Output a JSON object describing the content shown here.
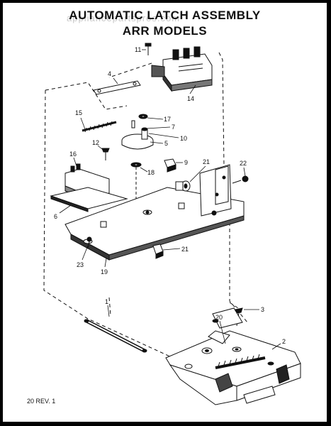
{
  "header": {
    "title_line1": "AUTOMATIC LATCH ASSEMBLY",
    "title_line2": "ARR MODELS",
    "watermark": "appliancepartspros.com"
  },
  "footer": {
    "revision": "20 REV. 1"
  },
  "callouts": [
    {
      "id": "c-11",
      "label": "11"
    },
    {
      "id": "c-4",
      "label": "4"
    },
    {
      "id": "c-14",
      "label": "14"
    },
    {
      "id": "c-15",
      "label": "15"
    },
    {
      "id": "c-17",
      "label": "17"
    },
    {
      "id": "c-7",
      "label": "7"
    },
    {
      "id": "c-10",
      "label": "10"
    },
    {
      "id": "c-5",
      "label": "5"
    },
    {
      "id": "c-12",
      "label": "12"
    },
    {
      "id": "c-16",
      "label": "16"
    },
    {
      "id": "c-9",
      "label": "9"
    },
    {
      "id": "c-21a",
      "label": "21"
    },
    {
      "id": "c-22",
      "label": "22"
    },
    {
      "id": "c-18",
      "label": "18"
    },
    {
      "id": "c-6",
      "label": "6"
    },
    {
      "id": "c-21b",
      "label": "21"
    },
    {
      "id": "c-23",
      "label": "23"
    },
    {
      "id": "c-19",
      "label": "19"
    },
    {
      "id": "c-1",
      "label": "1"
    },
    {
      "id": "c-3",
      "label": "3"
    },
    {
      "id": "c-20",
      "label": "20"
    },
    {
      "id": "c-2",
      "label": "2"
    }
  ]
}
